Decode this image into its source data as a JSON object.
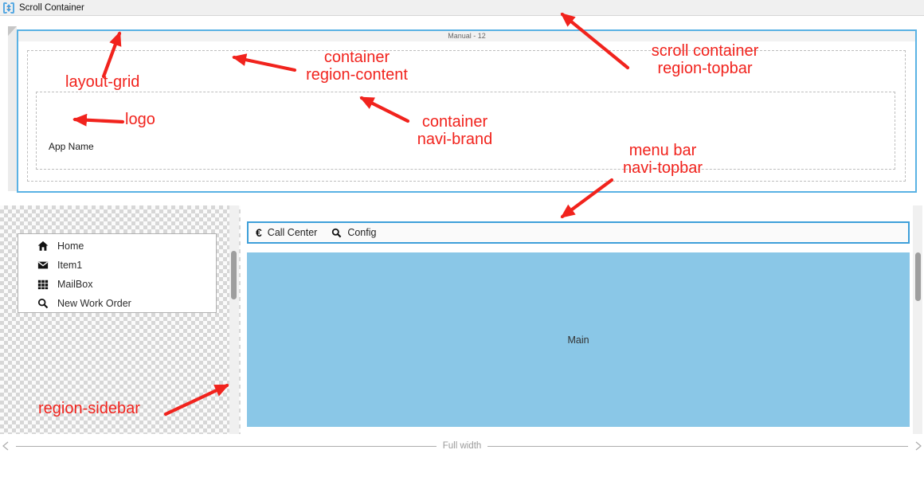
{
  "window": {
    "title": "Scroll Container",
    "icon": "scroll-vertical-icon"
  },
  "designer": {
    "topbar": {
      "header": "Manual - 12",
      "app_name": "App Name"
    },
    "sidebar_menu": {
      "items": [
        {
          "icon": "home-icon",
          "label": "Home"
        },
        {
          "icon": "envelope-icon",
          "label": "Item1"
        },
        {
          "icon": "grid-icon",
          "label": "MailBox"
        },
        {
          "icon": "search-icon",
          "label": "New Work Order"
        }
      ]
    },
    "topmenu": {
      "items": [
        {
          "icon": "euro-icon",
          "glyph": "€",
          "label": "Call Center"
        },
        {
          "icon": "search-icon",
          "label": "Config"
        }
      ]
    },
    "main": {
      "label": "Main",
      "fill": "#8AC7E7"
    },
    "footer": {
      "divider_label": "Full width"
    }
  },
  "annotations": {
    "layout_grid": {
      "line1": "layout-grid"
    },
    "region_content": {
      "line1": "container",
      "line2": "region-content"
    },
    "region_topbar": {
      "line1": "scroll container",
      "line2": "region-topbar"
    },
    "logo": {
      "line1": "logo"
    },
    "navi_brand": {
      "line1": "container",
      "line2": "navi-brand"
    },
    "navi_topbar": {
      "line1": "menu bar",
      "line2": "navi-topbar"
    },
    "region_sidebar": {
      "line1": "region-sidebar"
    }
  },
  "colors": {
    "annotation_red": "#F1231D",
    "selection_blue": "#5AB2E4",
    "menu_border_blue": "#3E9FD9",
    "main_fill": "#8AC7E7",
    "titlebar_bg": "#F0F0F0"
  }
}
